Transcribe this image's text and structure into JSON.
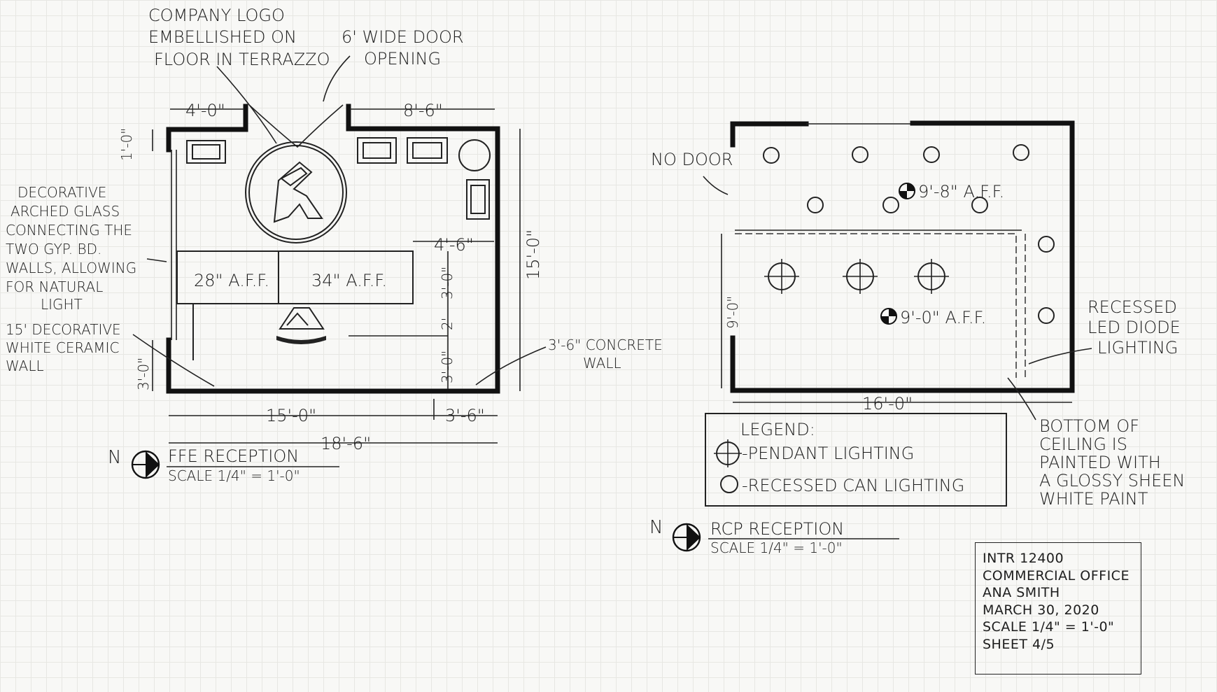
{
  "ffe_plan": {
    "callouts": {
      "logo": [
        "COMPANY LOGO",
        "EMBELLISHED ON",
        "FLOOR IN TERRAZZO"
      ],
      "door": [
        "6' WIDE DOOR",
        "OPENING"
      ],
      "glass": [
        "DECORATIVE",
        "ARCHED GLASS",
        "CONNECTING THE",
        "TWO GYP. BD.",
        "WALLS, ALLOWING",
        "FOR NATURAL",
        "LIGHT"
      ],
      "ceramic": [
        "15' DECORATIVE",
        "WHITE CERAMIC",
        "WALL"
      ],
      "concrete": [
        "3'-6\" CONCRETE",
        "WALL"
      ]
    },
    "dimensions": {
      "top_left": "4'-0\"",
      "top_right": "8'-6\"",
      "left_top": "1'-0\"",
      "left_bottom": "3'-0\"",
      "right": "15'-0\"",
      "desk_width": "4'-6\"",
      "desk_depth": "3'-0\"",
      "mid": "2'",
      "lower": "3'-0\"",
      "bottom_a": "15'-0\"",
      "bottom_b": "3'-6\"",
      "overall": "18'-6\""
    },
    "desk_labels": [
      "28\" A.F.F.",
      "34\" A.F.F."
    ],
    "north": "N",
    "title": "FFE RECEPTION",
    "scale": "SCALE  1/4\" = 1'-0\""
  },
  "rcp_plan": {
    "callouts": {
      "no_door": "NO DOOR",
      "led": [
        "RECESSED",
        "LED DIODE",
        "LIGHTING"
      ],
      "ceiling": [
        "BOTTOM OF",
        "CEILING IS",
        "PAINTED WITH",
        "A GLOSSY SHEEN",
        "WHITE PAINT"
      ]
    },
    "heights": [
      "9'-8\" A.F.F.",
      "9'-0\" A.F.F."
    ],
    "dimensions": {
      "bottom": "16'-0\"",
      "left": "9'-0\""
    },
    "legend": {
      "title": "LEGEND:",
      "items": [
        "-PENDANT LIGHTING",
        "-RECESSED CAN LIGHTING"
      ]
    },
    "north": "N",
    "title": "RCP RECEPTION",
    "scale": "SCALE  1/4\" = 1'-0\""
  },
  "title_block": {
    "lines": [
      "INTR 12400",
      "COMMERCIAL OFFICE",
      "ANA SMITH",
      "MARCH 30, 2020",
      "SCALE  1/4\" = 1'-0\"",
      "SHEET 4/5"
    ]
  }
}
